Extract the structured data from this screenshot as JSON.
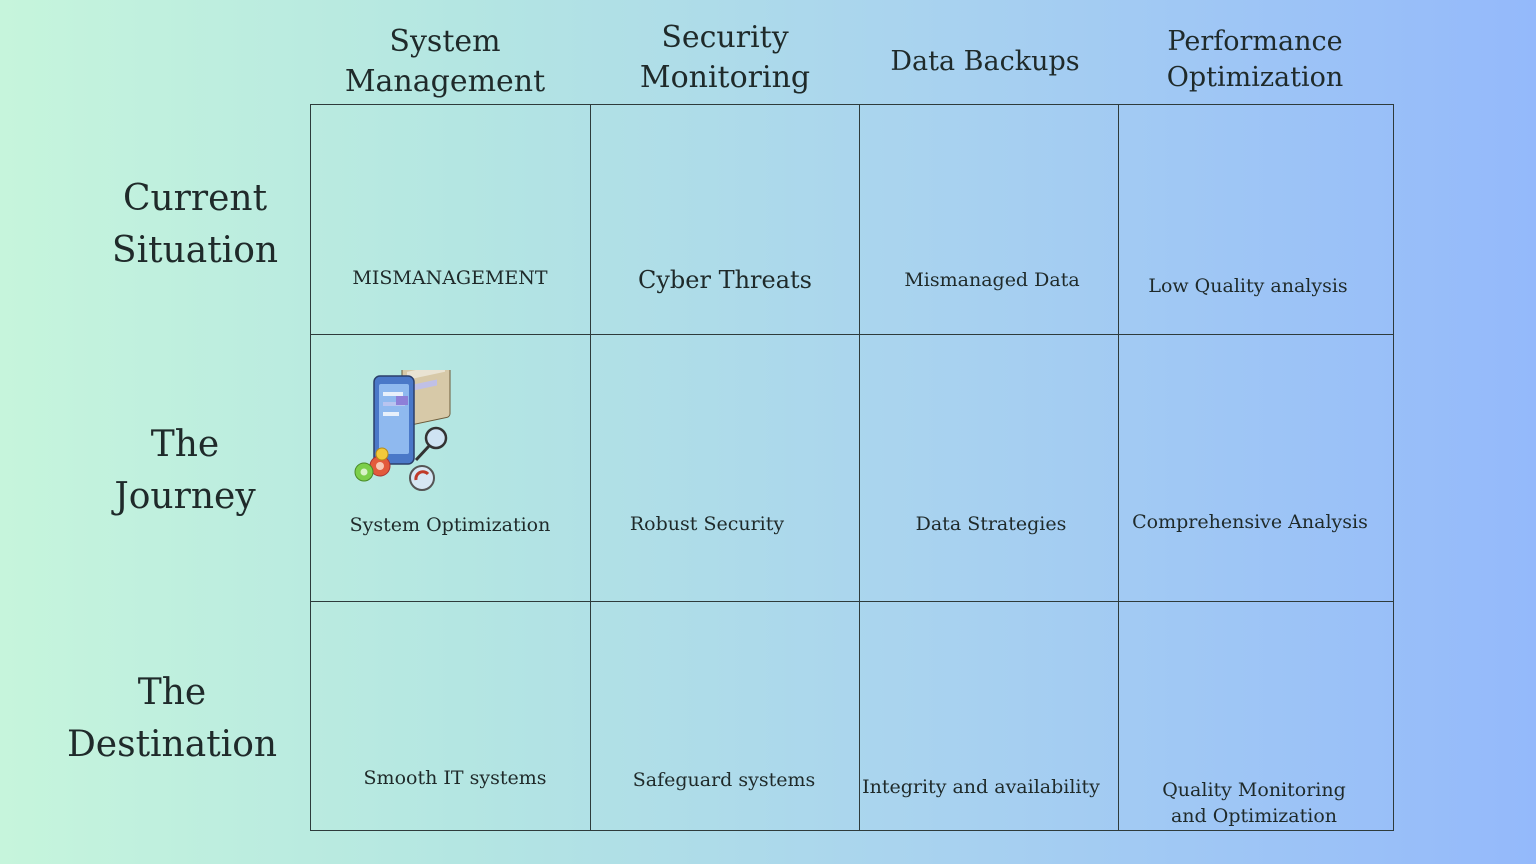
{
  "columns": [
    {
      "line1": "System",
      "line2": "Management"
    },
    {
      "line1": "Security",
      "line2": "Monitoring"
    },
    {
      "line1": "Data Backups",
      "line2": ""
    },
    {
      "line1": "Performance",
      "line2": "Optimization"
    }
  ],
  "rows": [
    {
      "label": "Current\nSituation"
    },
    {
      "label": "The\nJourney"
    },
    {
      "label": "The\nDestination"
    }
  ],
  "cells": {
    "current": [
      "MISMANAGEMENT",
      "Cyber Threats",
      "Mismanaged Data",
      "Low Quality analysis"
    ],
    "journey": [
      "System Optimization",
      "Robust Security",
      "Data Strategies",
      "Comprehensive Analysis"
    ],
    "destination": [
      "Smooth IT systems",
      "Safeguard systems",
      "Integrity and availability",
      "Quality Monitoring\nand Optimization"
    ]
  },
  "illustration": {
    "icon": "system-optimization-illustration"
  }
}
